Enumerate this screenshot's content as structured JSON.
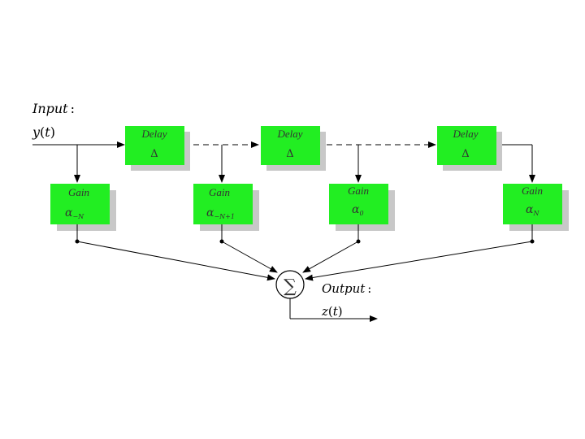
{
  "input": {
    "label": "Input",
    "colon": ":",
    "signal_fn": "y",
    "signal_arg": "t"
  },
  "output": {
    "label": "Output",
    "colon": ":",
    "signal_fn": "z",
    "signal_arg": "t"
  },
  "delays": [
    {
      "title": "Delay",
      "symbol": "Δ"
    },
    {
      "title": "Delay",
      "symbol": "Δ"
    },
    {
      "title": "Delay",
      "symbol": "Δ"
    }
  ],
  "gains": [
    {
      "title": "Gain",
      "coef": "α",
      "sub": "−N"
    },
    {
      "title": "Gain",
      "coef": "α",
      "sub": "−N+1"
    },
    {
      "title": "Gain",
      "coef": "α",
      "sub": "0"
    },
    {
      "title": "Gain",
      "coef": "α",
      "sub": "N"
    }
  ],
  "summer": {
    "symbol": "∑"
  },
  "colors": {
    "box_fill": "#22ee22",
    "box_shadow": "#c8c8c8",
    "line": "#000000"
  }
}
